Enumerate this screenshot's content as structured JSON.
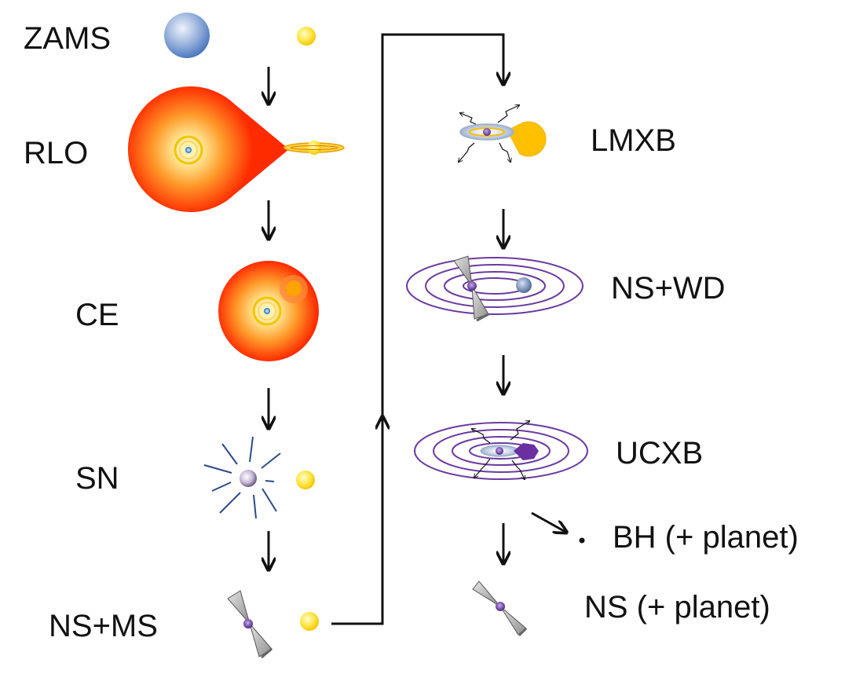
{
  "left_stages": [
    "ZAMS",
    "RLO",
    "CE",
    "SN",
    "NS+MS"
  ],
  "right_stages": [
    "LMXB",
    "NS+WD",
    "UCXB"
  ],
  "outcomes": [
    "BH (+ planet)",
    "NS (+ planet)"
  ],
  "colors": {
    "arrow": "#111111",
    "massive_star": "#4f79c0",
    "companion_star": "#ffe000",
    "giant_envelope": "#ff2b00",
    "neutron_star": "#6a3d9a",
    "orbit_rings": "#6b3aa0",
    "pulsar_beam": "#a9a9a9",
    "white_dwarf": "#6f86c0",
    "disk": "#f7c000"
  },
  "icons": [
    "massive-star-icon",
    "companion-star-icon",
    "roche-lobe-overflow-icon",
    "common-envelope-icon",
    "supernova-icon",
    "pulsar-icon",
    "accretion-disk-icon",
    "gravitational-wave-rings-icon",
    "white-dwarf-icon",
    "black-hole-icon",
    "x-ray-emission-icon"
  ]
}
